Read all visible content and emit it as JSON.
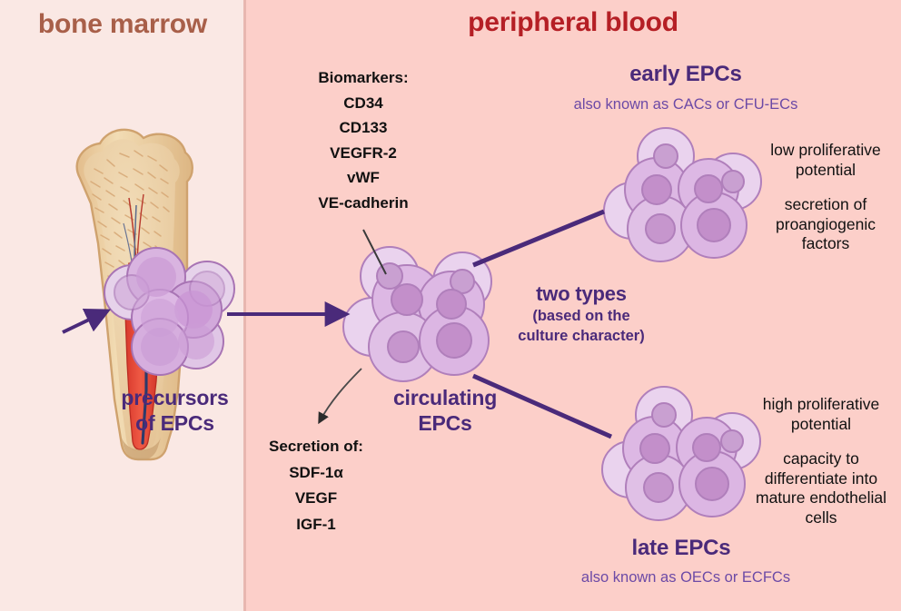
{
  "colors": {
    "bone_marrow_bg": "#fae8e4",
    "peripheral_blood_bg": "#fccfc9",
    "divider": "#e8b7b0",
    "bone_marrow_title": "#a85f49",
    "peripheral_blood_title": "#b51f25",
    "purple_dark": "#4a2a7a",
    "purple_mid": "#6c4aa6",
    "cell_body_light": "#ead3ee",
    "cell_body": "#ddb8e4",
    "cell_nucleus": "#c38fca",
    "cell_outline": "#a874b4",
    "bone_outer": "#e8c89a",
    "bone_inner": "#f0dcb8",
    "bone_marrow_red": "#e04a3c",
    "text_black": "#111111"
  },
  "regions": {
    "left": {
      "title": "bone marrow"
    },
    "right": {
      "title": "peripheral blood"
    }
  },
  "biomarkers": {
    "heading": "Biomarkers:",
    "items": [
      "CD34",
      "CD133",
      "VEGFR-2",
      "vWF",
      "VE-cadherin"
    ]
  },
  "secretion": {
    "heading": "Secretion of:",
    "items": [
      "SDF-1α",
      "VEGF",
      "IGF-1"
    ]
  },
  "clusters": {
    "precursors": {
      "label_line1": "precursors",
      "label_line2": "of EPCs"
    },
    "circulating": {
      "label_line1": "circulating",
      "label_line2": "EPCs"
    }
  },
  "branching": {
    "main": "two types",
    "sub_line1": "(based on the",
    "sub_line2": "culture character)"
  },
  "early_epcs": {
    "title": "early EPCs",
    "subtitle": "also known as CACs or CFU-ECs",
    "descriptions": [
      "low proliferative potential",
      "secretion of proangiogenic factors"
    ]
  },
  "late_epcs": {
    "title": "late EPCs",
    "subtitle": "also known as OECs or ECFCs",
    "descriptions": [
      "high proliferative potential",
      "capacity to differentiate into mature endothelial cells"
    ]
  }
}
